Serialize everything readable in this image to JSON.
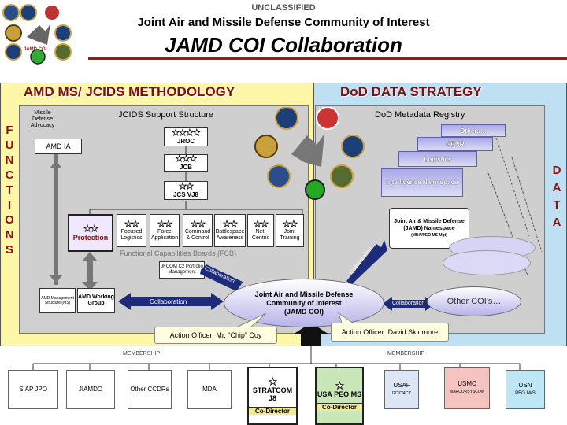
{
  "header": {
    "classification": "UNCLASSIFIED",
    "subtitle": "Joint Air and Missile Defense Community of Interest",
    "title": "JAMD COI Collaboration",
    "logo_text": "JAMD COI"
  },
  "left_panel": {
    "title": "AMD MS/ JCIDS METHODOLOGY",
    "side_word": [
      "F",
      "U",
      "N",
      "C",
      "T",
      "I",
      "O",
      "N",
      "S"
    ],
    "mda_label": "Missile Defense Advocacy",
    "jcids_title": "JCIDS Support Structure",
    "amd_ia": "AMD IA",
    "jroc": "JROC",
    "jcb": "JCB",
    "jcs_vj8": "JCS VJ8",
    "fcb": [
      {
        "label": "Protection"
      },
      {
        "label": "Focused Logistics"
      },
      {
        "label": "Force Application"
      },
      {
        "label": "Command & Control"
      },
      {
        "label": "Battlespace Awareness"
      },
      {
        "label": "Net-Centric"
      },
      {
        "label": "Joint Training"
      }
    ],
    "fcb_label": "Functional Capabilities Boards (FCB)",
    "jfcom": "JFCOM C2 Portfolio Management",
    "amd_ms": "AMD Management Structure (MS)",
    "amd_wg": "AMD Working Group",
    "collaboration": "Collaboration"
  },
  "right_panel": {
    "title": "DoD DATA STRATEGY",
    "side_word": [
      "D",
      "A",
      "T",
      "A"
    ],
    "registry_title": "DoD Metadata Registry",
    "namespaces": [
      "Others…",
      "CBNR",
      "Logistics",
      "Intelligence Namespace"
    ],
    "jamd_namespace": "Joint Air & Missile Defense (JAMD) Namespace",
    "jamd_namespace_sub": "(MDA/PEO MS Mgt)",
    "other_cois": "Other COI's…"
  },
  "center": {
    "coi_line1": "Joint Air and Missile Defense",
    "coi_line2": "Community of Interest",
    "coi_line3": "(JAMD COI)",
    "collab_left": "Collaboration",
    "collab_jfcom": "Collaboration",
    "collab_namespace": "Collaboration",
    "collab_right": "Collaboration",
    "action_left": "Action Officer: Mr. “Chip”  Coy",
    "action_right": "Action Officer: David Skidmore"
  },
  "membership": {
    "label_left": "MEMBERSHIP",
    "label_right": "MEMBERSHIP",
    "members": [
      {
        "name": "SIAP JPO"
      },
      {
        "name": "JIAMDO"
      },
      {
        "name": "Other CCDRs"
      },
      {
        "name": "MDA"
      },
      {
        "name": "STRATCOM J8",
        "role": "Co-Director"
      },
      {
        "name": "USA PEO MS",
        "role": "Co-Director"
      },
      {
        "name": "USAF",
        "sub": "GCIC/ACC"
      },
      {
        "name": "USMC",
        "sub": "MARCORSYSCOM"
      },
      {
        "name": "USN",
        "sub": "PEO IWS"
      }
    ]
  },
  "colors": {
    "title_red": "#7a1010",
    "functions_bg": "#fff7a8",
    "data_bg": "#bfe0f3",
    "collab_arrow": "#1e2a7a",
    "usmc_bg": "#f6c4c0",
    "usn_bg": "#bfe6f4",
    "usaf_bg": "#dde6f6"
  }
}
